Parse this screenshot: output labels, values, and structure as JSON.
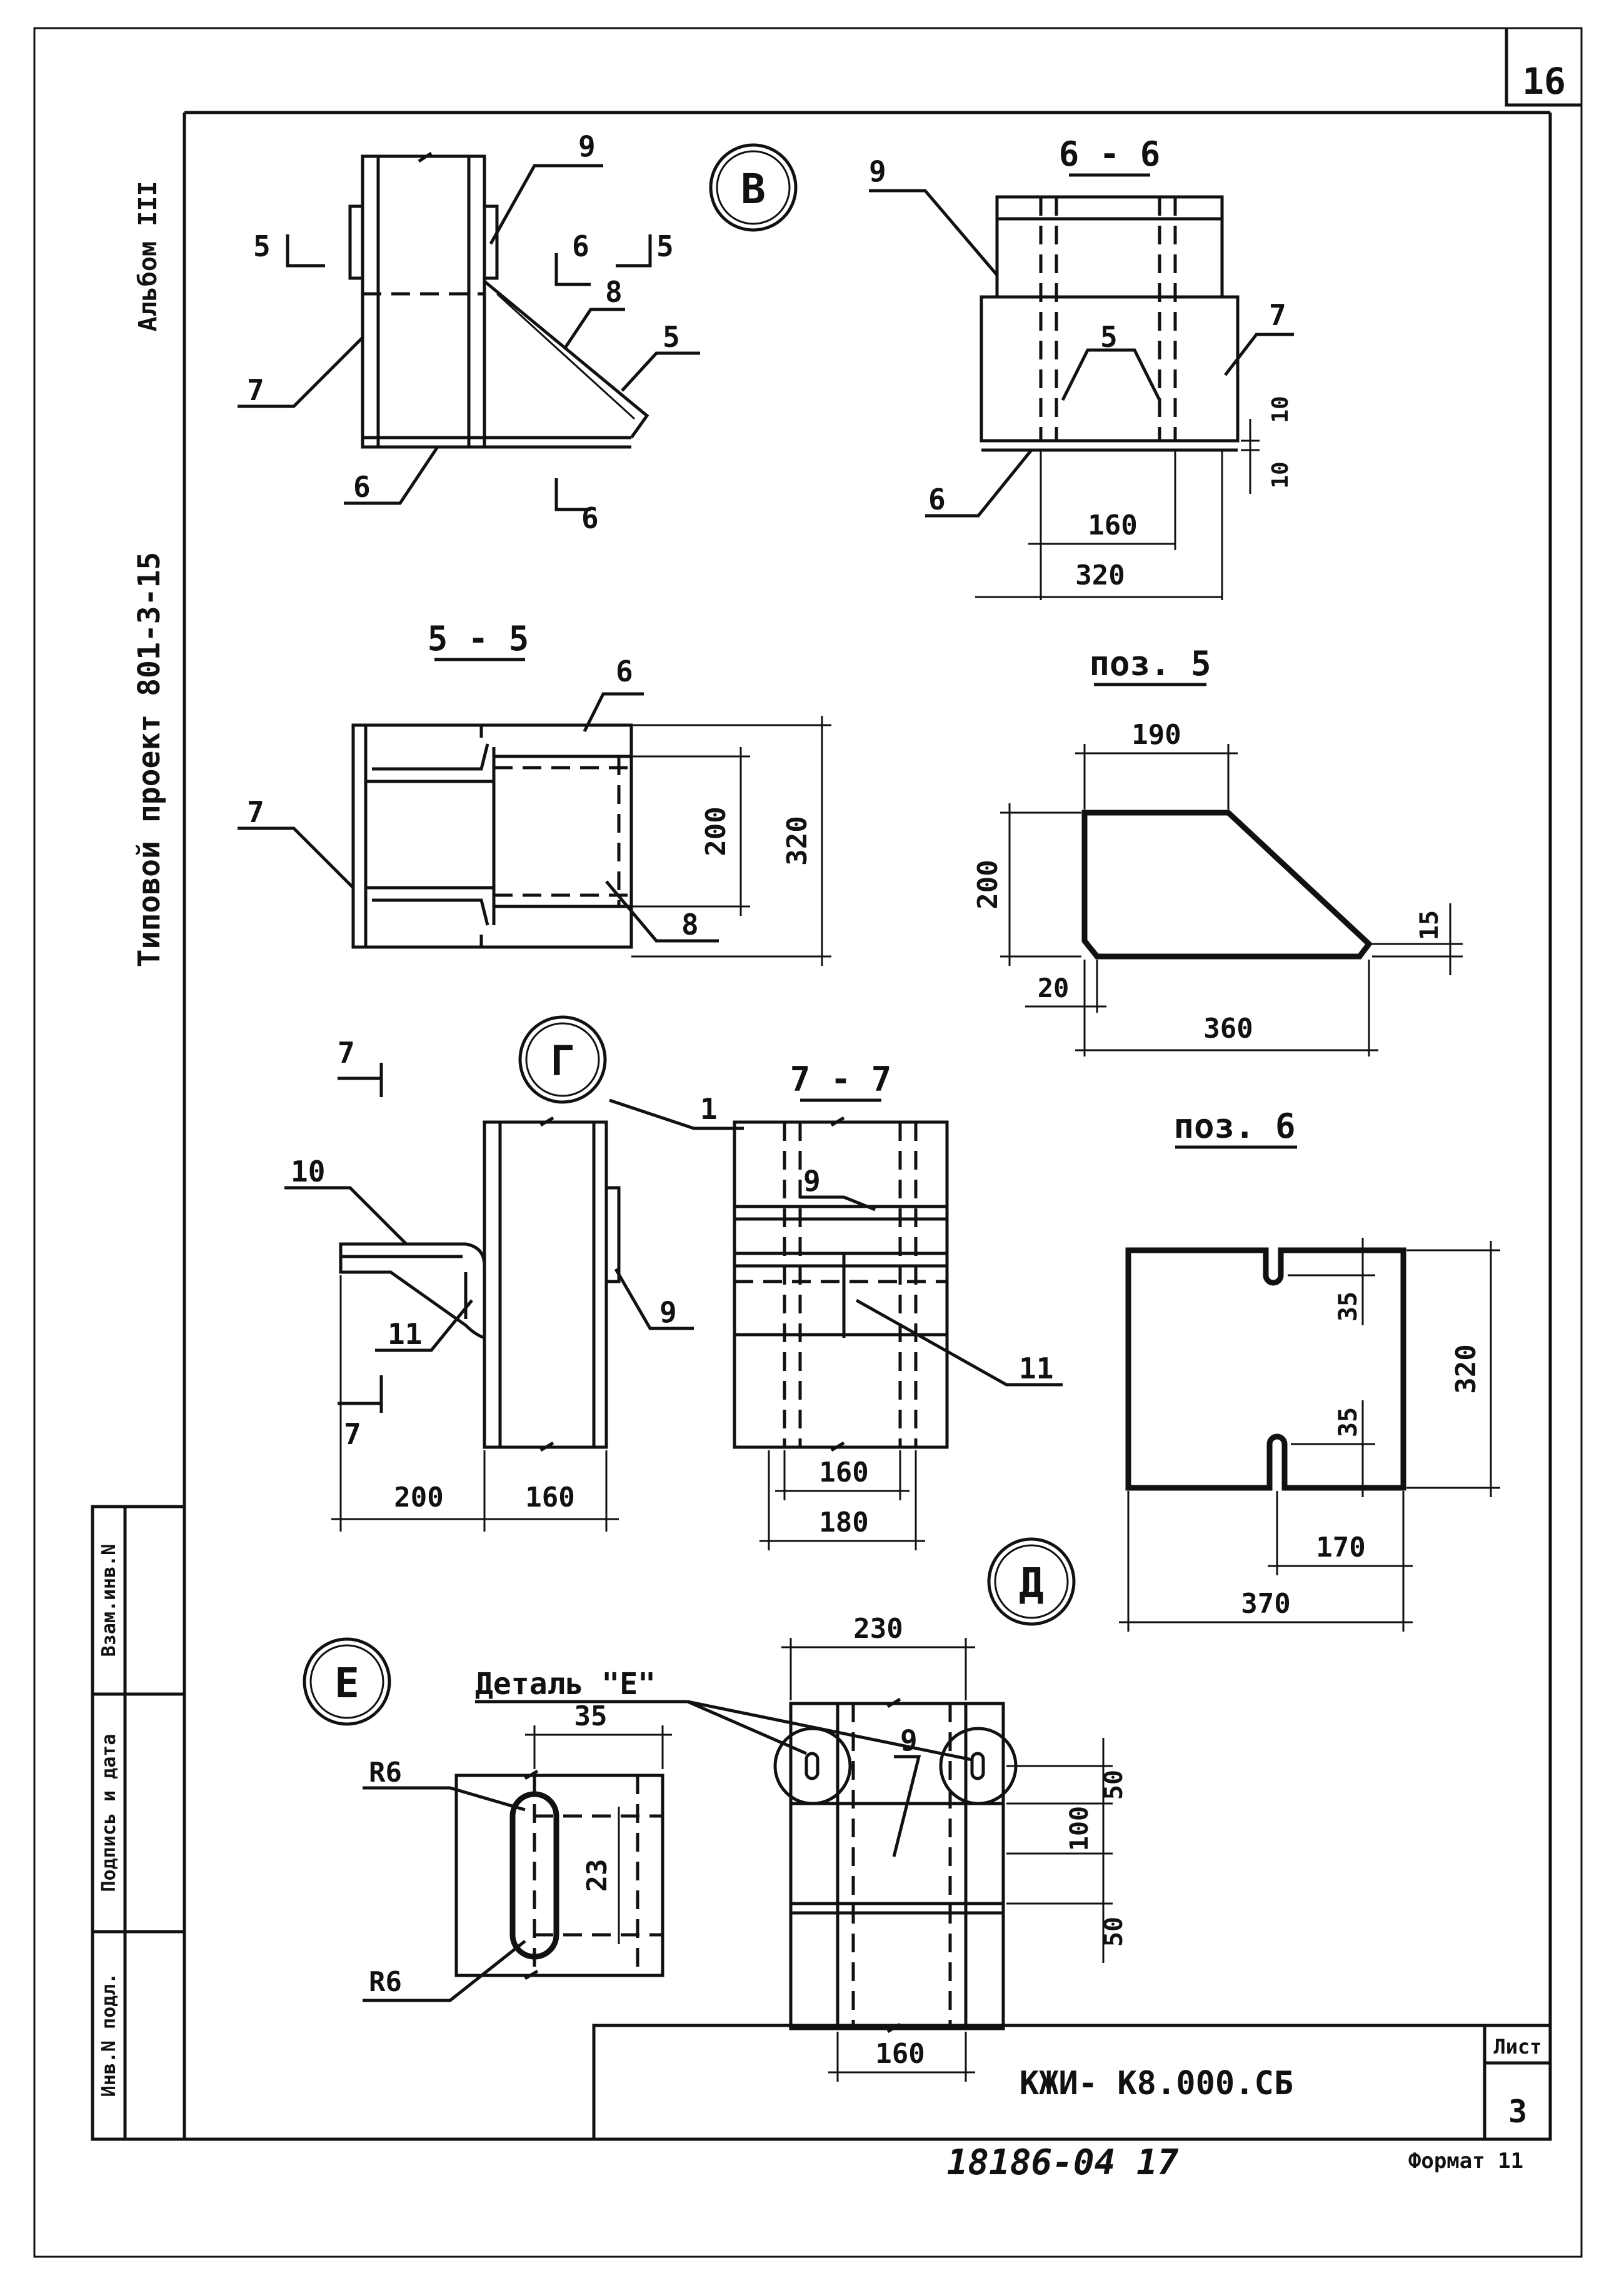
{
  "sheet": {
    "page_number": "16",
    "album": "Альбом III",
    "project": "Типовой проект 801-3-15",
    "drawing_code": "КЖИ- К8.000.СБ",
    "sheet_label": "Лист",
    "sheet_number": "3",
    "archive_number": "18186-04 17",
    "format": "Формат 11"
  },
  "sidebar": {
    "inv_podl": "Инв.N подл.",
    "podpis": "Подпись и дата",
    "vzam": "Взам.инв.N"
  },
  "node_v": {
    "title": "В",
    "labels": {
      "p9": "9",
      "p8": "8",
      "p5": "5",
      "p7": "7",
      "p6": "6",
      "cut5a": "5",
      "cut5b": "5",
      "cut6a": "6",
      "cut6b": "6"
    }
  },
  "section_66": {
    "title": "6 - 6",
    "labels": {
      "p9": "9",
      "p5": "5",
      "p7": "7",
      "p6": "6"
    },
    "dims": {
      "t1": "10",
      "t2": "10",
      "inner": "160",
      "outer": "320"
    }
  },
  "section_55": {
    "title": "5 - 5",
    "labels": {
      "p6": "6",
      "p7": "7",
      "p8": "8"
    },
    "dims": {
      "h200": "200",
      "h320": "320"
    }
  },
  "pos5": {
    "title": "поз. 5",
    "dims": {
      "top": "190",
      "height": "200",
      "chamfer": "15",
      "left": "20",
      "width": "360"
    }
  },
  "node_g": {
    "title": "Г",
    "labels": {
      "p10": "10",
      "p1": "1",
      "p9": "9",
      "p11": "11",
      "cut7a": "7",
      "cut7b": "7"
    },
    "dims": {
      "d200": "200",
      "d160": "160"
    }
  },
  "section_77": {
    "title": "7 - 7",
    "labels": {
      "p9": "9",
      "p11": "11"
    },
    "dims": {
      "d160": "160",
      "d180": "180"
    }
  },
  "pos6": {
    "title": "поз. 6",
    "dims": {
      "slot_top": "35",
      "slot_bottom": "35",
      "height": "320",
      "offset": "170",
      "width": "370"
    }
  },
  "node_e": {
    "title": "Е",
    "dims": {
      "r_top": "R6",
      "r_bottom": "R6",
      "width": "35",
      "length": "23"
    }
  },
  "node_d": {
    "title": "Д",
    "detail_label": "Деталь \"Е\"",
    "labels": {
      "p9": "9"
    },
    "dims": {
      "top": "230",
      "d50a": "50",
      "d100": "100",
      "d50b": "50",
      "bottom": "160"
    }
  }
}
